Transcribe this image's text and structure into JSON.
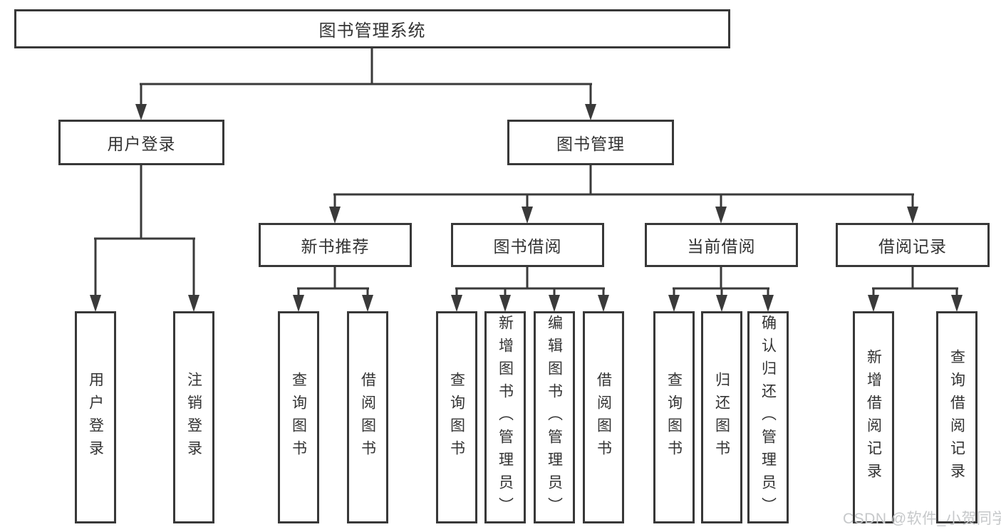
{
  "tree": {
    "root": "图书管理系统",
    "branches": [
      {
        "label": "用户登录",
        "children": [
          "用户登录",
          "注销登录"
        ]
      },
      {
        "label": "图书管理",
        "groups": [
          {
            "label": "新书推荐",
            "children": [
              "查询图书",
              "借阅图书"
            ]
          },
          {
            "label": "图书借阅",
            "children": [
              "查询图书",
              "新增图书（管理员）",
              "编辑图书（管理员）",
              "借阅图书"
            ]
          },
          {
            "label": "当前借阅",
            "children": [
              "查询图书",
              "归还图书",
              "确认归还（管理员）"
            ]
          },
          {
            "label": "借阅记录",
            "children": [
              "新增借阅记录",
              "查询借阅记录"
            ]
          }
        ]
      }
    ]
  },
  "watermark": {
    "text": "CSDN @软件_小贺同学"
  },
  "colors": {
    "line": "#3a3a3a",
    "text": "#333333",
    "watermark": "#c6c8ca"
  }
}
